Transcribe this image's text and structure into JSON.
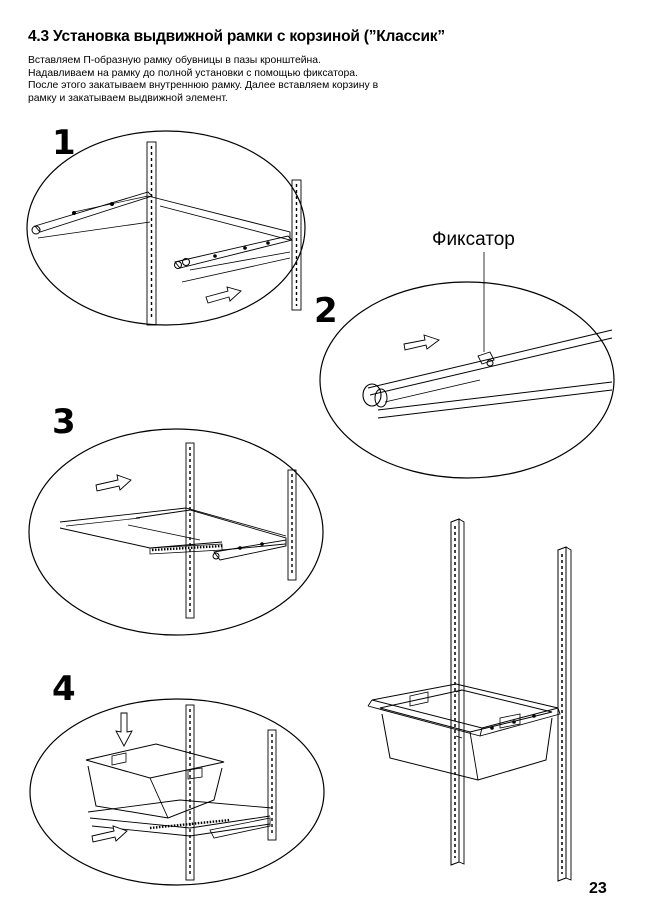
{
  "header": {
    "title": "4.3 Установка выдвижной рамки с корзиной (”Классик”"
  },
  "instructions": [
    "Вставляем П-образную рамку обувницы в пазы кронштейна.",
    "Надавливаем на рамку до полной установки с помощью фиксатора.",
    "После этого закатываем внутреннюю рамку. Далее вставляем корзину в",
    "рамку и закатываем выдвижной элемент."
  ],
  "steps": [
    {
      "number": "1"
    },
    {
      "number": "2"
    },
    {
      "number": "3"
    },
    {
      "number": "4"
    }
  ],
  "callout": {
    "label": "Фиксатор"
  },
  "footer": {
    "page_number": "23"
  },
  "icons": [
    "arrow-right-icon",
    "arrow-down-icon"
  ]
}
